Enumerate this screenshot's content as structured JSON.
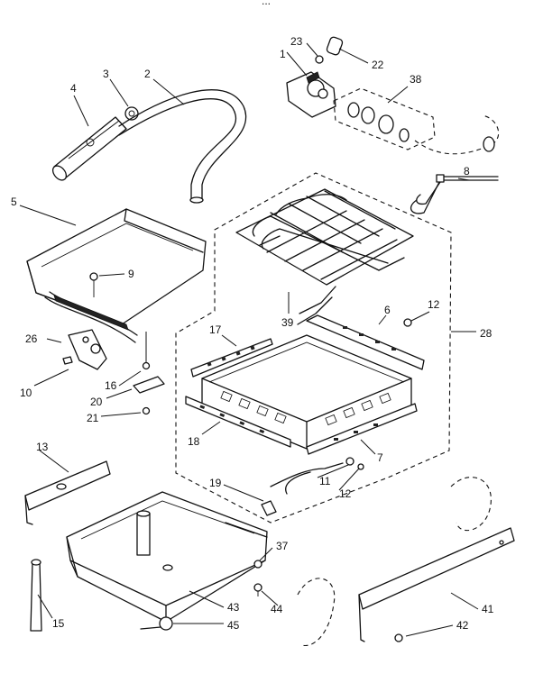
{
  "top_fragment": "...",
  "callouts": [
    {
      "id": "c1",
      "text": "1"
    },
    {
      "id": "c2",
      "text": "2"
    },
    {
      "id": "c3",
      "text": "3"
    },
    {
      "id": "c4",
      "text": "4"
    },
    {
      "id": "c5",
      "text": "5"
    },
    {
      "id": "c6",
      "text": "6"
    },
    {
      "id": "c7",
      "text": "7"
    },
    {
      "id": "c8",
      "text": "8"
    },
    {
      "id": "c9",
      "text": "9"
    },
    {
      "id": "c10",
      "text": "10"
    },
    {
      "id": "c11",
      "text": "11"
    },
    {
      "id": "c12a",
      "text": "12"
    },
    {
      "id": "c12b",
      "text": "12"
    },
    {
      "id": "c13",
      "text": "13"
    },
    {
      "id": "c15",
      "text": "15"
    },
    {
      "id": "c16",
      "text": "16"
    },
    {
      "id": "c17",
      "text": "17"
    },
    {
      "id": "c18",
      "text": "18"
    },
    {
      "id": "c19",
      "text": "19"
    },
    {
      "id": "c20",
      "text": "20"
    },
    {
      "id": "c21",
      "text": "21"
    },
    {
      "id": "c22",
      "text": "22"
    },
    {
      "id": "c23",
      "text": "23"
    },
    {
      "id": "c26",
      "text": "26"
    },
    {
      "id": "c28",
      "text": "28"
    },
    {
      "id": "c37",
      "text": "37"
    },
    {
      "id": "c38",
      "text": "38"
    },
    {
      "id": "c39",
      "text": "39"
    },
    {
      "id": "c41",
      "text": "41"
    },
    {
      "id": "c42",
      "text": "42"
    },
    {
      "id": "c43",
      "text": "43"
    },
    {
      "id": "c44",
      "text": "44"
    },
    {
      "id": "c45",
      "text": "45"
    }
  ]
}
